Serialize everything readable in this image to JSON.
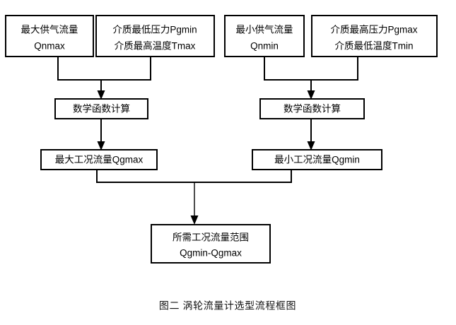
{
  "figure": {
    "caption": "图二  涡轮流量计选型流程框图",
    "background_color": "#ffffff",
    "line_color": "#000000"
  },
  "diagram": {
    "type": "flowchart",
    "nodes": {
      "qnmax": {
        "line1": "最大供气流量",
        "line2": "Qnmax"
      },
      "pgmin_tmax": {
        "line1": "介质最低压力Pgmin",
        "line2": "介质最高温度Tmax"
      },
      "qnmin": {
        "line1": "最小供气流量",
        "line2": "Qnmin"
      },
      "pgmax_tmin": {
        "line1": "介质最高压力Pgmax",
        "line2": "介质最低温度Tmin"
      },
      "calc_left": {
        "line1": "数学函数计算"
      },
      "calc_right": {
        "line1": "数学函数计算"
      },
      "qgmax": {
        "line1": "最大工况流量Qgmax"
      },
      "qgmin": {
        "line1": "最小工况流量Qgmin"
      },
      "result": {
        "line1": "所需工况流量范围",
        "line2": "Qgmin-Qgmax"
      }
    },
    "edges": [
      {
        "from": "qnmax",
        "to": "calc_left"
      },
      {
        "from": "pgmin_tmax",
        "to": "calc_left"
      },
      {
        "from": "qnmin",
        "to": "calc_right"
      },
      {
        "from": "pgmax_tmin",
        "to": "calc_right"
      },
      {
        "from": "calc_left",
        "to": "qgmax"
      },
      {
        "from": "calc_right",
        "to": "qgmin"
      },
      {
        "from": "qgmax",
        "to": "result"
      },
      {
        "from": "qgmin",
        "to": "result"
      }
    ]
  }
}
